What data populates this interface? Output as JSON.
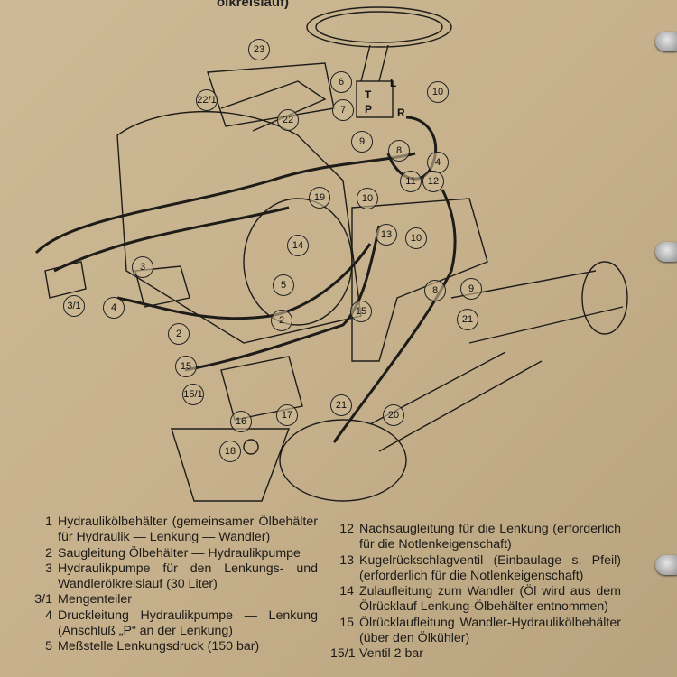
{
  "header": {
    "title": "ölkreislauf)"
  },
  "diagram": {
    "callouts": [
      "23",
      "22/1",
      "22",
      "6",
      "7",
      "10",
      "9",
      "8",
      "4",
      "19",
      "11",
      "12",
      "10",
      "13",
      "14",
      "10",
      "3",
      "3/1",
      "4",
      "2",
      "2",
      "15",
      "15",
      "15/1",
      "16",
      "17",
      "18",
      "8",
      "9",
      "21",
      "21",
      "20",
      "5"
    ],
    "ports": [
      "T",
      "L",
      "P",
      "R"
    ]
  },
  "legend": {
    "left": [
      {
        "num": "1",
        "text": "Hydraulikölbehälter (gemeinsamer Ölbehälter für Hydraulik — Lenkung — Wandler)"
      },
      {
        "num": "2",
        "text": "Saugleitung Ölbehälter — Hydraulikpumpe"
      },
      {
        "num": "3",
        "text": "Hydraulikpumpe für den Lenkungs- und Wandlerölkreislauf (30 Liter)"
      },
      {
        "num": "3/1",
        "text": "Mengenteiler"
      },
      {
        "num": "4",
        "text": "Druckleitung Hydraulikpumpe — Lenkung (Anschluß „P“ an der Lenkung)"
      },
      {
        "num": "5",
        "text": "Meßstelle Lenkungsdruck (150 bar)"
      }
    ],
    "right": [
      {
        "num": "12",
        "text": "Nachsaugleitung für die Lenkung (erforderlich für die Notlenkeigenschaft)"
      },
      {
        "num": "13",
        "text": "Kugelrückschlagventil (Einbaulage s. Pfeil) (erforderlich für die Notlenkeigenschaft)"
      },
      {
        "num": "14",
        "text": "Zulaufleitung zum Wandler (Öl wird aus dem Ölrücklauf Lenkung-Ölbehälter entnommen)"
      },
      {
        "num": "15",
        "text": "Ölrücklaufleitung Wandler-Hydraulikölbehälter (über den Ölkühler)"
      },
      {
        "num": "15/1",
        "text": "Ventil 2 bar"
      }
    ]
  }
}
